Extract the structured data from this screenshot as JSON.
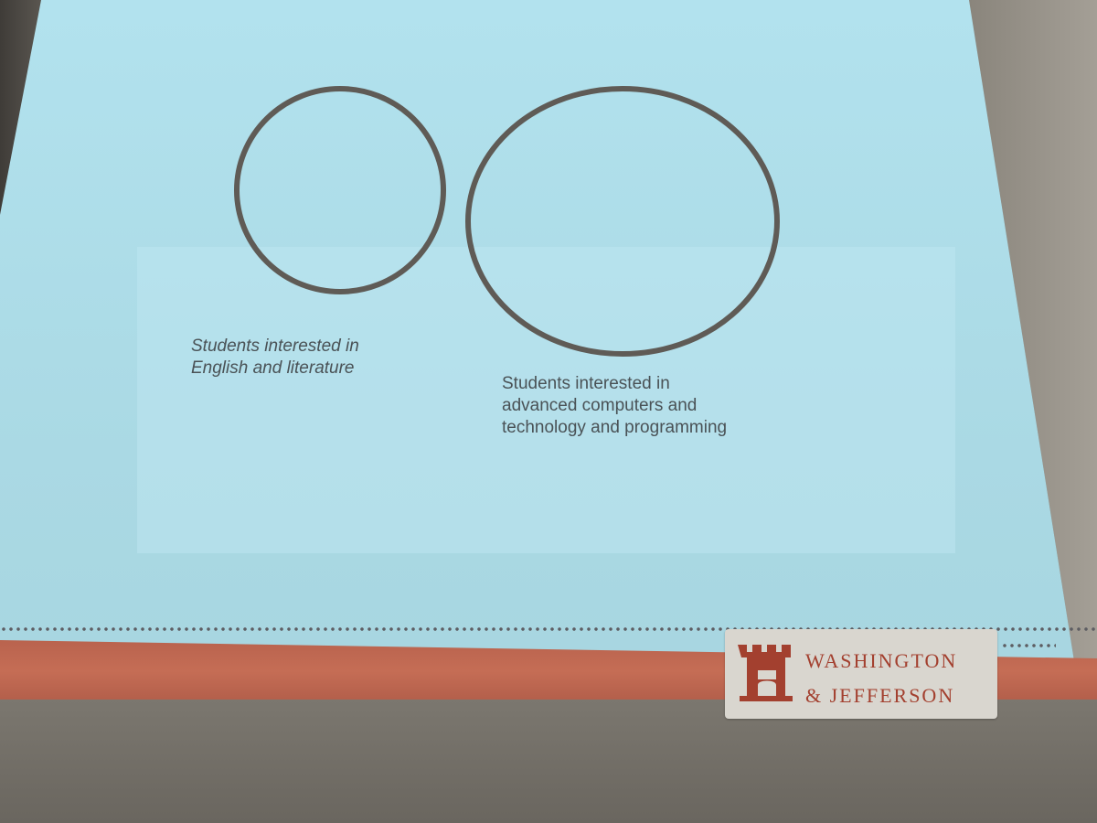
{
  "slide": {
    "circle_small_label": "Students interested in\nEnglish and literature",
    "circle_large_label": "Students interested in\nadvanced computers and\ntechnology and programming"
  },
  "logo": {
    "line1": "WASHINGTON",
    "line2": "& JEFFERSON"
  },
  "colors": {
    "screen": "#aad9e4",
    "circle_stroke": "#5f5b56",
    "logo_red": "#a3402f",
    "band_red": "#c56d55"
  }
}
